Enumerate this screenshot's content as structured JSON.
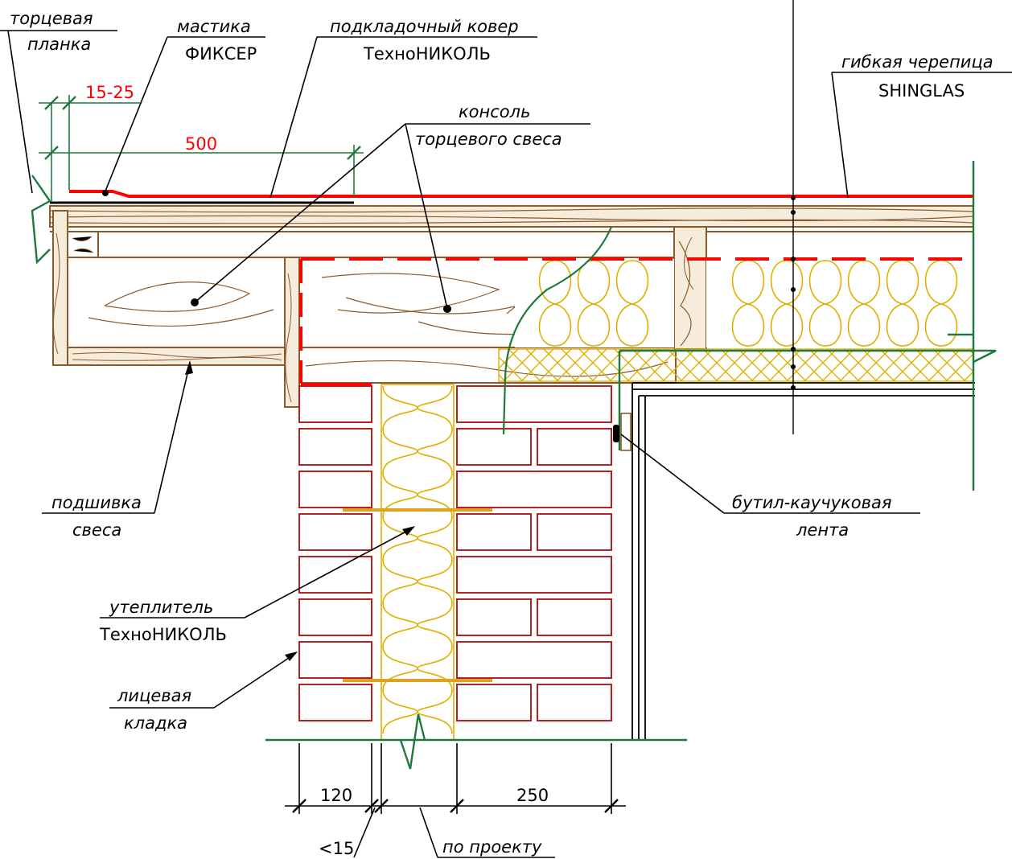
{
  "colors": {
    "membrane": "#ff0000",
    "wood": "#8b5a2b",
    "brick": "#b22222",
    "insulation": "#e0b000",
    "green": "#1e7a3c",
    "black": "#000000",
    "dimension_red": "#ff0000"
  },
  "labels": {
    "end_plank_1": "торцевая",
    "end_plank_2": "планка",
    "mastic_1": "мастика",
    "mastic_2": "ФИКСЕР",
    "underlay_1": "подкладочный ковер",
    "underlay_2": "ТехноНИКОЛЬ",
    "shingles_1": "гибкая черепица",
    "shingles_2": "SHINGLAS",
    "console_1": "консоль",
    "console_2": "торцевого свеса",
    "soffit_1": "подшивка",
    "soffit_2": "свеса",
    "insulation_1": "утеплитель",
    "insulation_2": "ТехноНИКОЛЬ",
    "facing_1": "лицевая",
    "facing_2": "кладка",
    "butyl_1": "бутил-каучуковая",
    "butyl_2": "лента"
  },
  "dimensions": {
    "overlap": "15-25",
    "underlay_width": "500",
    "facing_width": "120",
    "wall_width": "250",
    "gap": "<15",
    "by_project": "по проекту"
  }
}
